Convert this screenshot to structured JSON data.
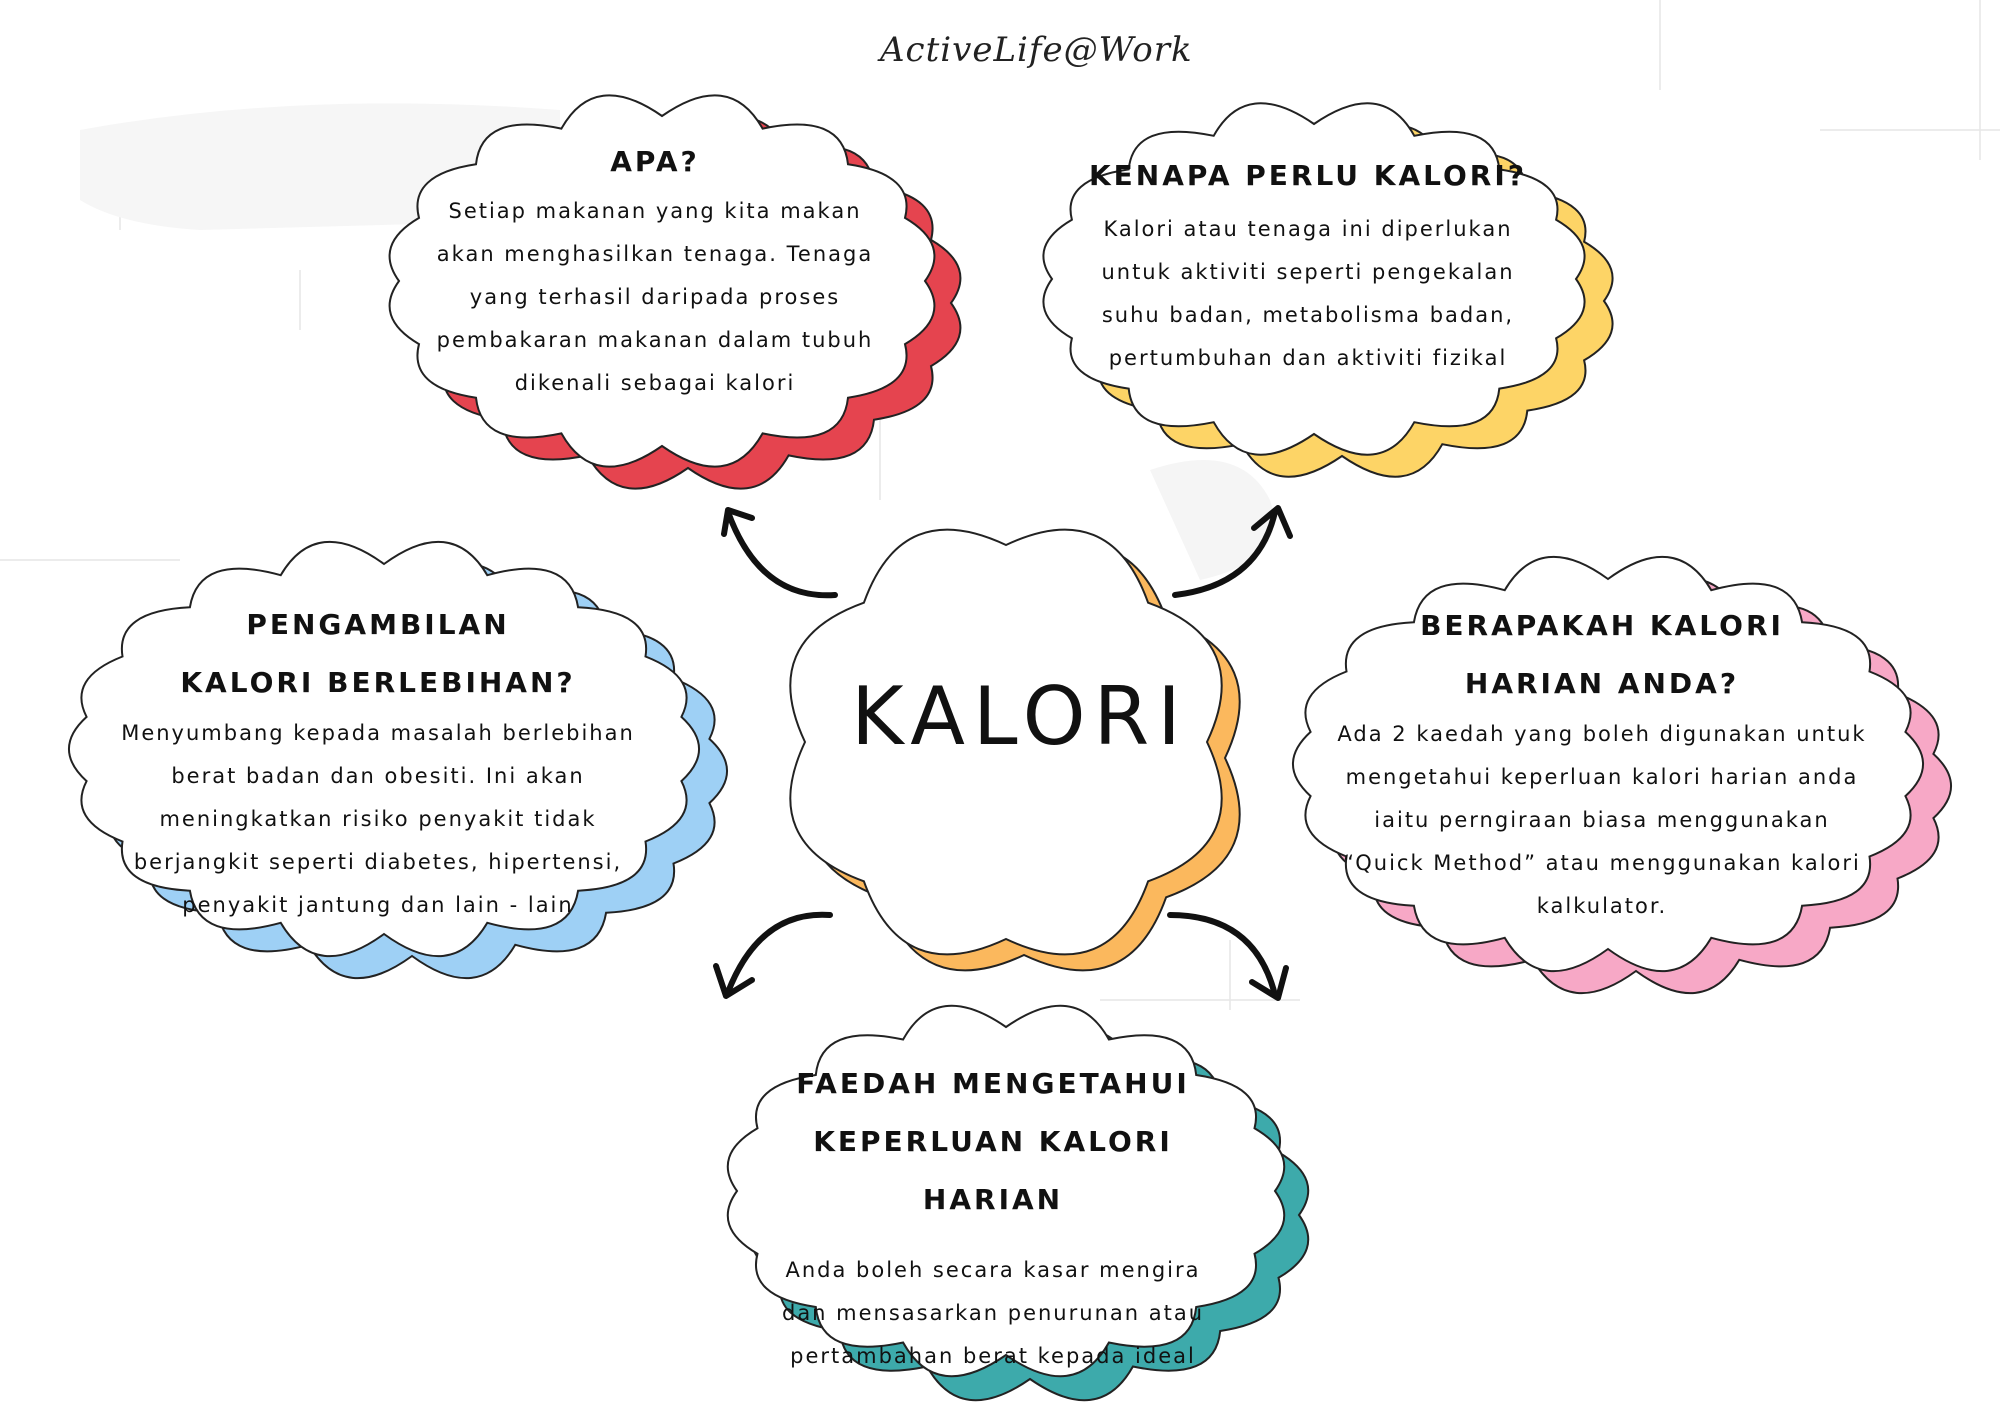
{
  "brand": "ActiveLife@Work",
  "center": {
    "title": "KALORI",
    "color": "#FBB85D"
  },
  "nodes": {
    "apa": {
      "title": "APA?",
      "body": "Setiap makanan yang kita makan akan menghasilkan tenaga. Tenaga yang terhasil daripada proses pembakaran makanan dalam tubuh dikenali sebagai kalori",
      "color": "#E5444F"
    },
    "kenapa": {
      "title": "KENAPA PERLU KALORI?",
      "body": "Kalori atau tenaga ini diperlukan untuk aktiviti seperti pengekalan suhu badan, metabolisma badan, pertumbuhan dan aktiviti fizikal",
      "color": "#FDD466"
    },
    "pengambilan": {
      "title": "PENGAMBILAN KALORI BERLEBIHAN?",
      "body": "Menyumbang kepada masalah berlebihan berat badan dan obesiti. Ini akan meningkatkan risiko penyakit tidak berjangkit seperti diabetes, hipertensi, penyakit jantung dan lain - lain",
      "color": "#9ED0F5"
    },
    "berapakah": {
      "title": "BERAPAKAH KALORI HARIAN ANDA?",
      "body": "Ada 2 kaedah yang boleh digunakan untuk mengetahui keperluan kalori harian anda iaitu perngiraan biasa menggunakan “Quick Method” atau menggunakan kalori kalkulator.",
      "color": "#F7A8C6"
    },
    "faedah": {
      "title": "FAEDAH MENGETAHUI KEPERLUAN KALORI HARIAN",
      "body": "Anda boleh secara kasar mengira dan mensasarkan penurunan atau pertambahan berat kepada ideal",
      "color": "#3DAAAB"
    }
  }
}
